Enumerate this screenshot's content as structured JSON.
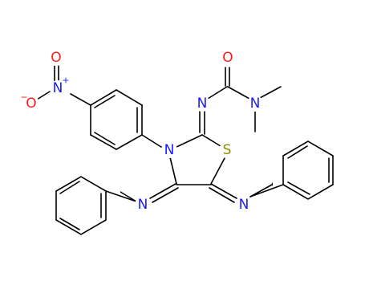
{
  "colors": {
    "carbon_bond": "#000000",
    "nitrogen": "#1a1aff",
    "oxygen": "#ff1a1a",
    "sulfur": "#8c8c00"
  },
  "atoms": {
    "carbonyl_o": {
      "label": "O",
      "color": "#ff1a1a"
    },
    "dimethyl_n": {
      "label": "N",
      "color": "#1a1aff"
    },
    "imine_n_top": {
      "label": "N",
      "color": "#1a1aff"
    },
    "ring_n": {
      "label": "N",
      "color": "#1a1aff"
    },
    "ring_s": {
      "label": "S",
      "color": "#8c8c00"
    },
    "imine_n_left": {
      "label": "N",
      "color": "#1a1aff"
    },
    "imine_n_right": {
      "label": "N",
      "color": "#1a1aff"
    },
    "nitro_n": {
      "label": "N",
      "color": "#1a1aff",
      "charge": "+"
    },
    "nitro_o_top": {
      "label": "O",
      "color": "#ff1a1a"
    },
    "nitro_o_bottom": {
      "label": "O",
      "color": "#ff1a1a",
      "charge": "−"
    }
  }
}
